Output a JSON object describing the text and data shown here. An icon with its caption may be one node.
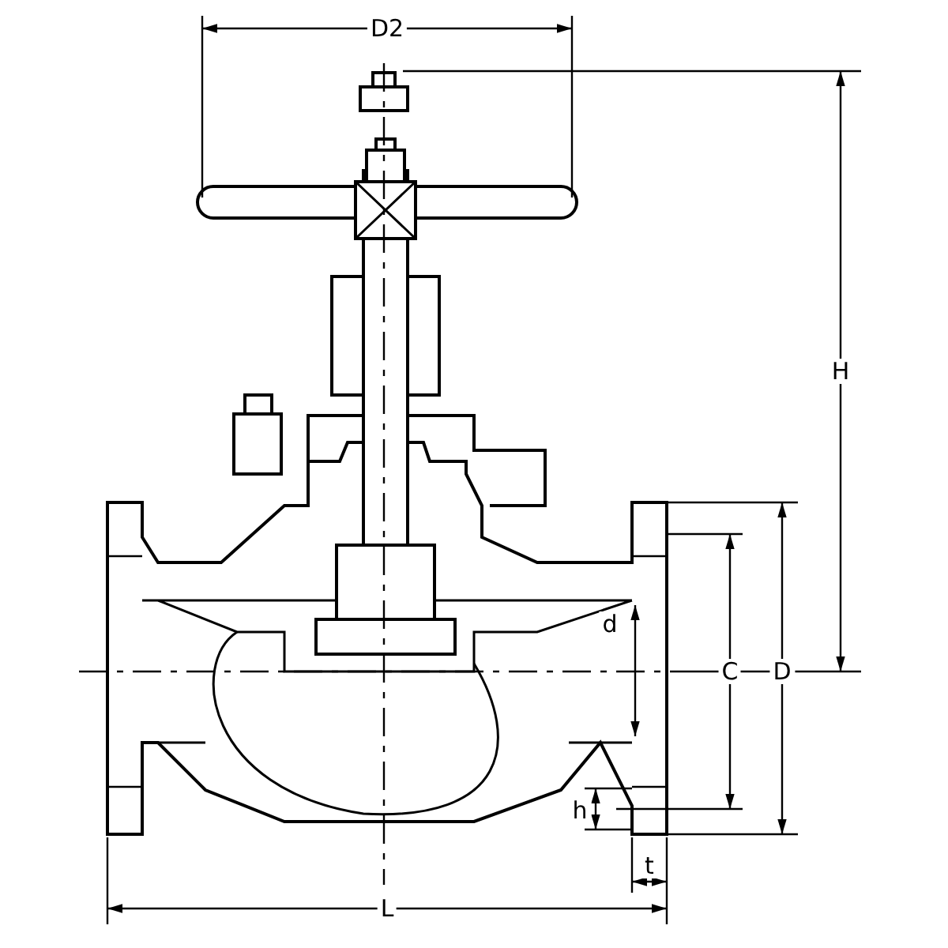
{
  "diagram": {
    "labels": [
      "D2",
      "H",
      "d",
      "C",
      "D",
      "h",
      "t",
      "L"
    ]
  }
}
